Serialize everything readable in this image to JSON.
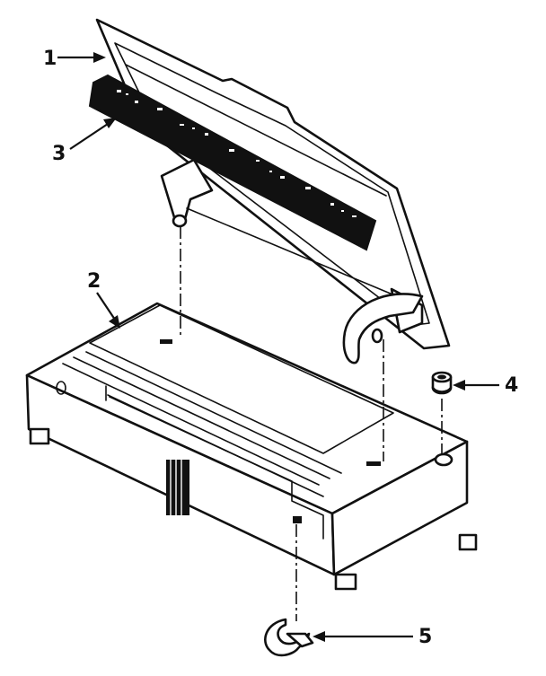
{
  "callouts": [
    {
      "id": "1",
      "label": "1"
    },
    {
      "id": "2",
      "label": "2"
    },
    {
      "id": "3",
      "label": "3"
    },
    {
      "id": "4",
      "label": "4"
    },
    {
      "id": "5",
      "label": "5"
    }
  ],
  "colors": {
    "ink": "#111111",
    "paper": "#ffffff"
  }
}
